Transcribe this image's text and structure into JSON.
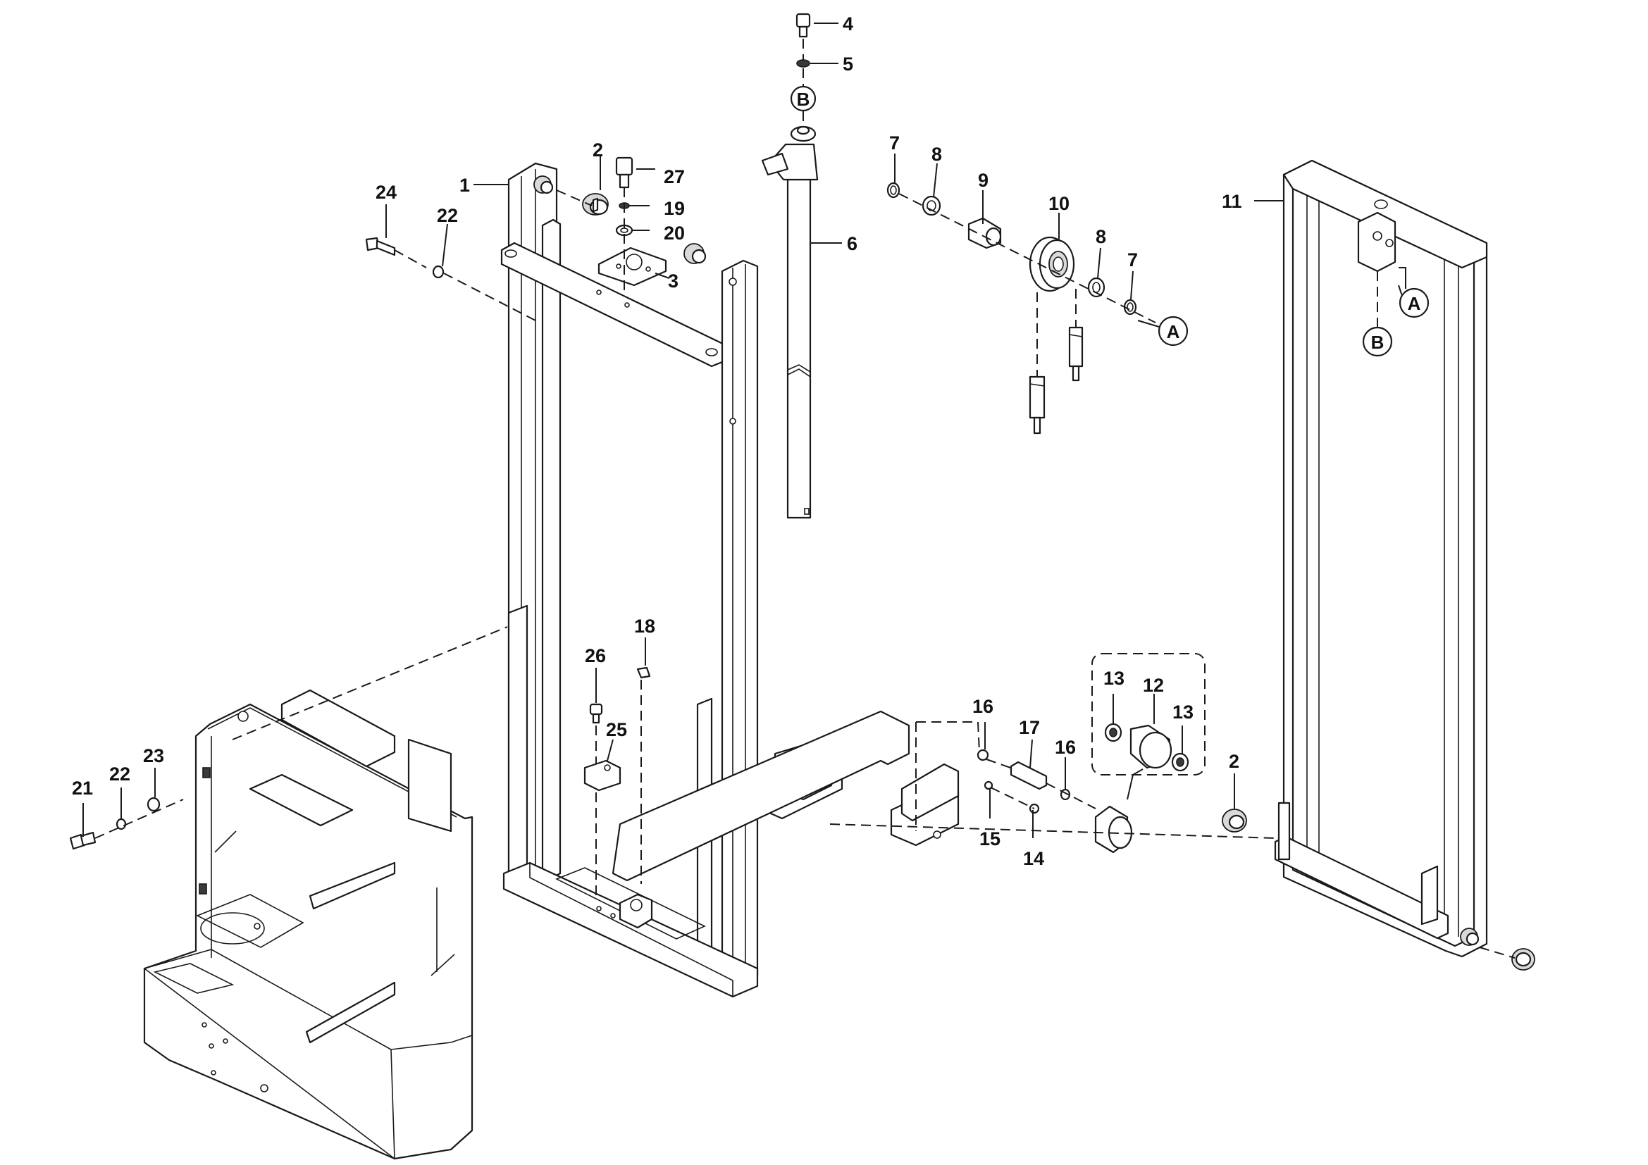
{
  "callouts": {
    "c1": "1",
    "c2a": "2",
    "c2b": "2",
    "c3": "3",
    "c4": "4",
    "c5": "5",
    "c6": "6",
    "c7a": "7",
    "c7b": "7",
    "c8a": "8",
    "c8b": "8",
    "c9": "9",
    "c10": "10",
    "c11": "11",
    "c12": "12",
    "c13a": "13",
    "c13b": "13",
    "c14": "14",
    "c15": "15",
    "c16a": "16",
    "c16b": "16",
    "c17": "17",
    "c18": "18",
    "c19": "19",
    "c20": "20",
    "c21": "21",
    "c22a": "22",
    "c22b": "22",
    "c23": "23",
    "c24": "24",
    "c25": "25",
    "c26": "26",
    "c27": "27"
  },
  "refs": {
    "a1": "A",
    "a2": "A",
    "b1": "B",
    "b2": "B"
  }
}
